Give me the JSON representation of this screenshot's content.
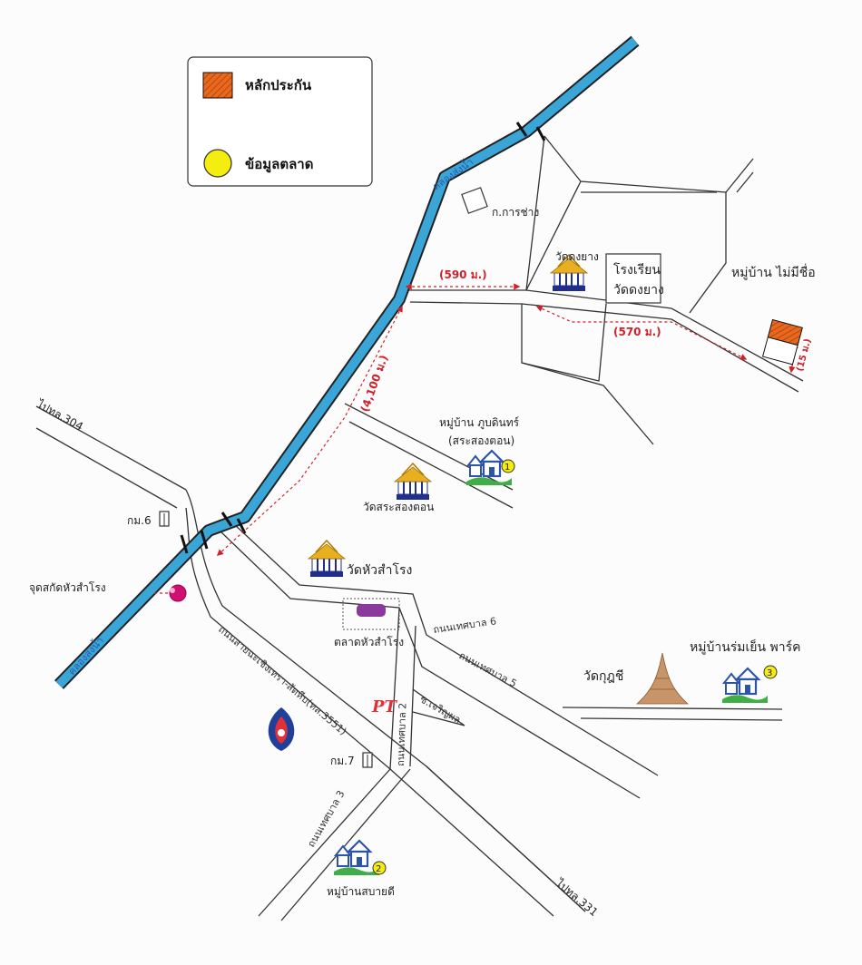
{
  "legend": {
    "collateral_label": "หลักประกัน",
    "market_label": "ข้อมูลตลาด",
    "collateral_color": "#e8681e",
    "market_color": "#f5ec10"
  },
  "labels": {
    "to_304": "ไปทล.304",
    "to_331": "ไปทล.331",
    "canal_upper": "คลองส่งน้ำ",
    "canal_lower": "คลองส่งน้ำ",
    "km6": "กม.6",
    "km7": "กม.7",
    "location_point": "จุดสกัดหัวสำโรง",
    "main_road": "ถนนสายฉะเชิงเทรา-สัตหีบ(ทล.3551)",
    "road_tesaban2": "ถนนเทศบาล 2",
    "road_tesaban3": "ถนนเทศบาล 3",
    "road_tesaban5": "ถนนเทศบาล 5",
    "road_tesaban6": "ถนนเทศบาล 6",
    "soi_charoenphon": "ซ.เจริญผล",
    "dept_works": "ก.การช่าง",
    "wat_dongyang": "วัดดงยาง",
    "school_line1": "โรงเรียน",
    "school_line2": "วัดดงยาง",
    "village_no_name": "หมู่บ้าน ไม่มีชื่อ",
    "dist_590": "(590 ม.)",
    "dist_570": "(570 ม.)",
    "dist_4100": "(4,100 ม.)",
    "dist_15": "(15 ม.)",
    "village1_line1": "หมู่บ้าน ภูบดินทร์",
    "village1_line2": "(สระสองตอน)",
    "wat_srasongton": "วัดสระสองตอน",
    "wat_huasamrong": "วัดหัวสำโรง",
    "market_huasamrong": "ตลาดหัวสำโรง",
    "wat_kutchi": "วัดกุฎชี",
    "village3": "หมู่บ้านร่มเย็น พาร์ค",
    "village2": "หมู่บ้านสบายดี",
    "pt_logo": "PT",
    "marker1": "1",
    "marker2": "2",
    "marker3": "3"
  },
  "colors": {
    "canal": "#3aa6d8",
    "road": "#333333",
    "dashed": "#d0202a",
    "temple_gold": "#e8b020",
    "temple_blue": "#1f2f8a",
    "village_green": "#3fae49",
    "house_blue": "#2d54a8"
  }
}
